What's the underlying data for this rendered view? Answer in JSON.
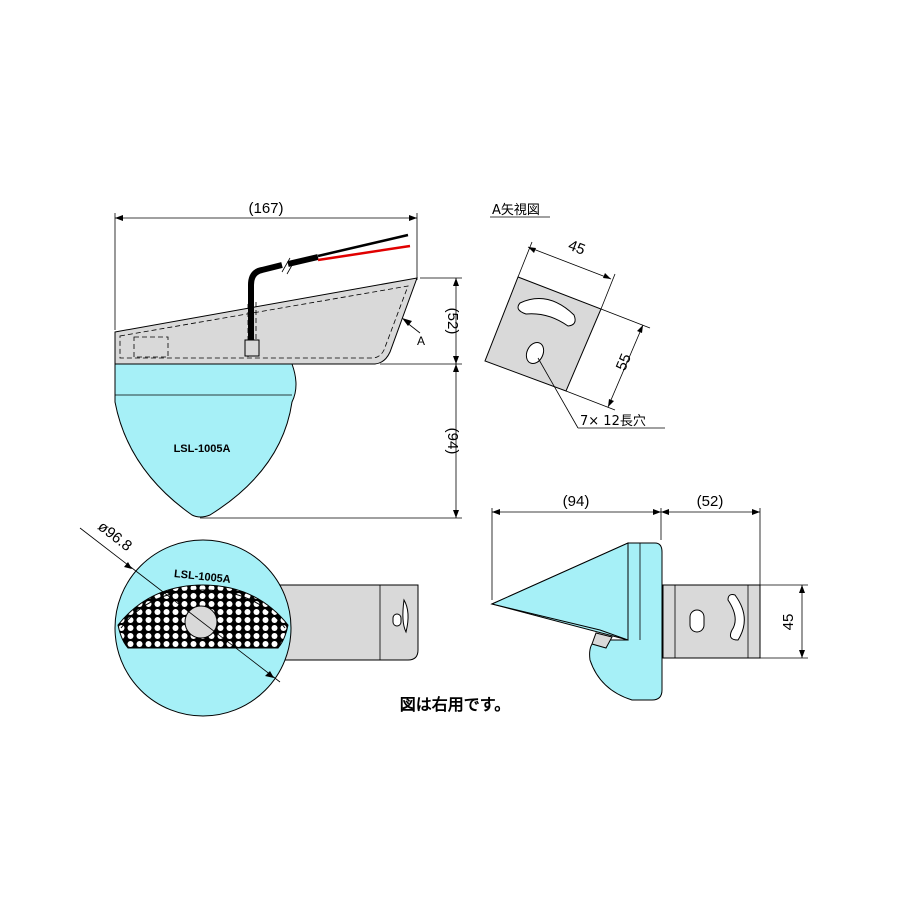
{
  "side_view": {
    "dim_width": "(167)",
    "dim_bracket_height": "(52)",
    "dim_body_height": "(94)",
    "view_marker": "A",
    "model_label": "LSL-1005A"
  },
  "arrow_view": {
    "title": "A矢視図",
    "dim_width": "45",
    "dim_height": "55",
    "hole_note": "7× 12長穴"
  },
  "front_view": {
    "dim_diameter": "ø96.8",
    "model_label": "LSL-1005A"
  },
  "top_view": {
    "dim_body": "(94)",
    "dim_bracket": "(52)",
    "dim_bracket_width": "45"
  },
  "note": "図は右用です。",
  "colors": {
    "lamp_body": "#a6f0f7",
    "bracket": "#d9d9d9",
    "wire_red": "#e00000",
    "wire_black": "#000000"
  }
}
